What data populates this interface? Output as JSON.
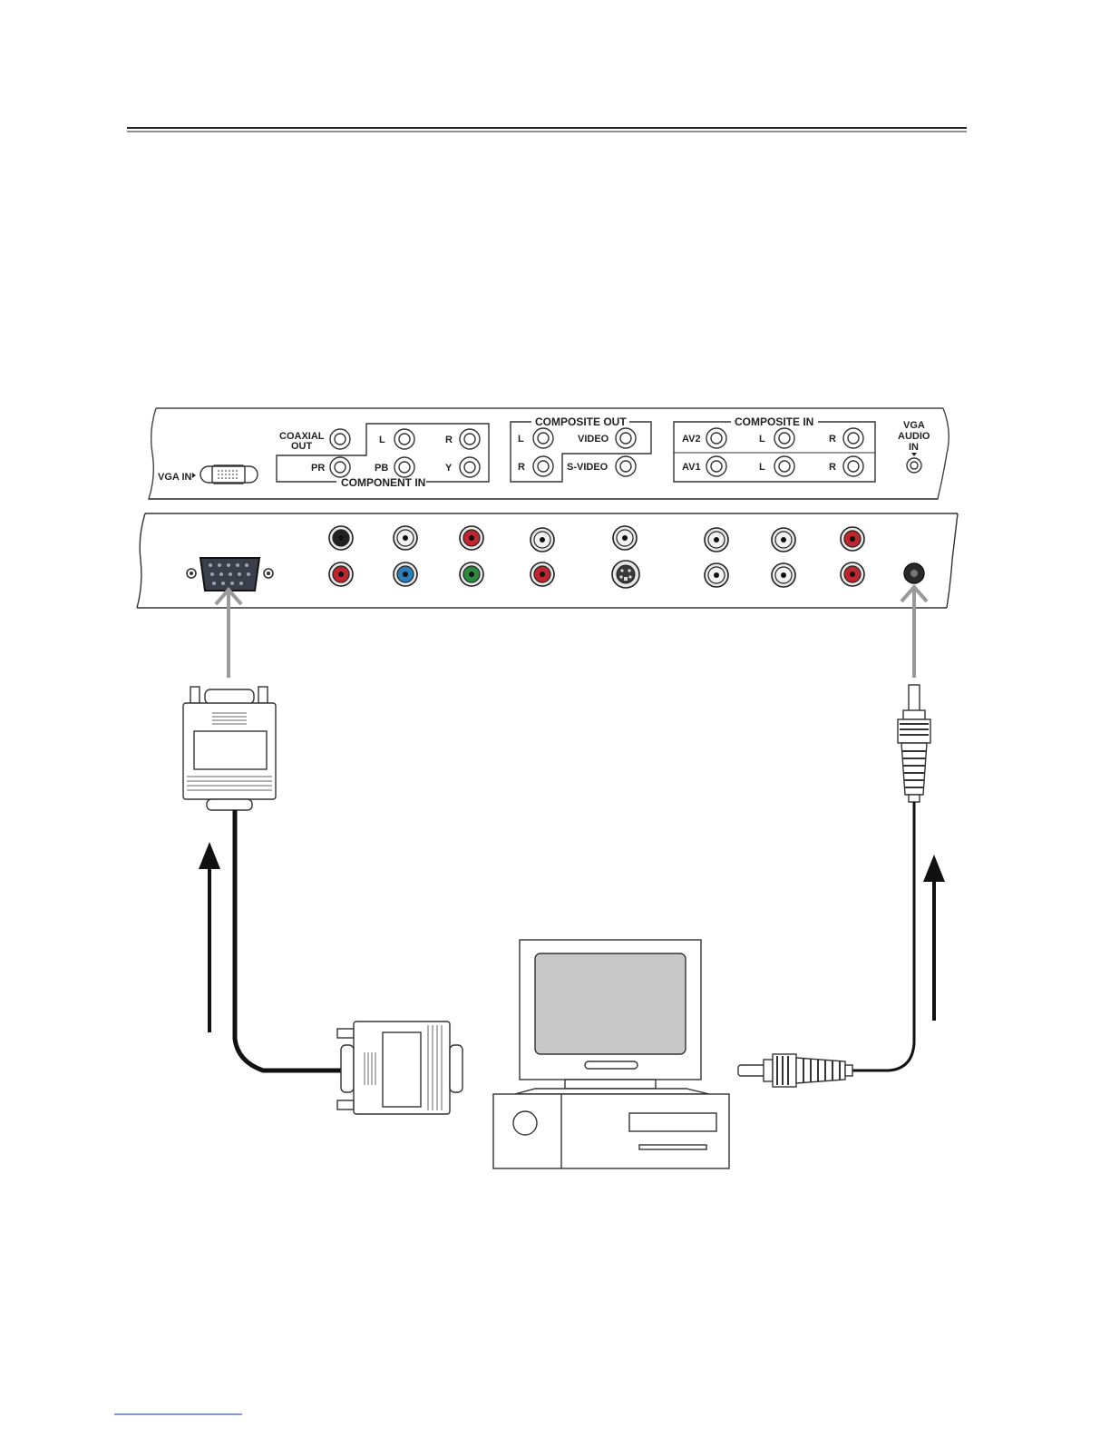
{
  "labels": {
    "vga_in": "VGA IN",
    "coaxial_out_line1": "COAXIAL",
    "coaxial_out_line2": "OUT",
    "component_in": "COMPONENT IN",
    "comp_l": "L",
    "comp_r": "R",
    "comp_pr": "PR",
    "comp_pb": "PB",
    "comp_y": "Y",
    "composite_out": "COMPOSITE OUT",
    "cout_l": "L",
    "cout_r": "R",
    "cout_video": "VIDEO",
    "cout_svideo": "S-VIDEO",
    "composite_in": "COMPOSITE IN",
    "cin_av2": "AV2",
    "cin_av1": "AV1",
    "cin_l_top": "L",
    "cin_r_top": "R",
    "cin_l_bottom": "L",
    "cin_r_bottom": "R",
    "vga_audio_line1": "VGA",
    "vga_audio_line2": "AUDIO",
    "vga_audio_line3": "IN"
  },
  "jack_colors": {
    "black": "#222222",
    "white": "#f2f2f2",
    "red": "#c0262d",
    "blue": "#2a7fb8",
    "green": "#2c8a3e"
  }
}
